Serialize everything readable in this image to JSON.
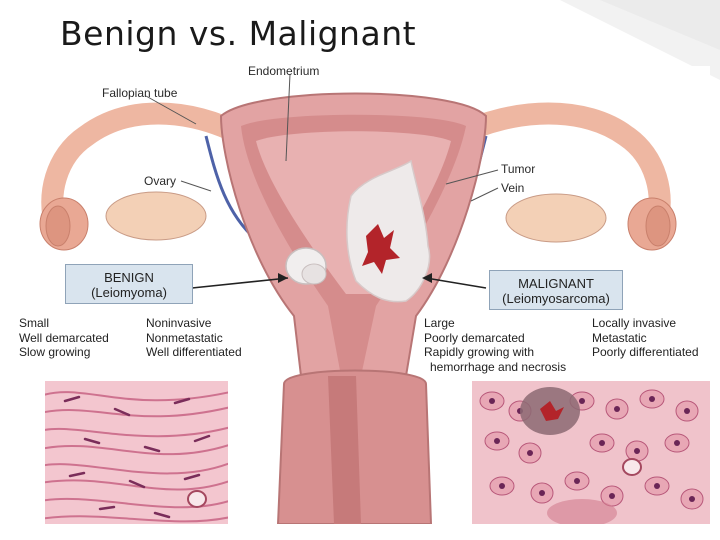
{
  "slide": {
    "title": "Benign vs. Malignant"
  },
  "labels": {
    "endometrium": "Endometrium",
    "fallopian_tube": "Fallopian tube",
    "ovary": "Ovary",
    "tumor": "Tumor",
    "vein": "Vein"
  },
  "benign": {
    "heading": "BENIGN",
    "subheading": "(Leiomyoma)",
    "features_left": [
      "Small",
      "Well demarcated",
      "Slow growing"
    ],
    "features_right": [
      "Noninvasive",
      "Nonmetastatic",
      "Well differentiated"
    ]
  },
  "malignant": {
    "heading": "MALIGNANT",
    "subheading": "(Leiomyosarcoma)",
    "features_left": [
      "Large",
      "Poorly demarcated",
      "Rapidly growing with",
      "hemorrhage and necrosis"
    ],
    "features_right": [
      "Locally invasive",
      "Metastatic",
      "Poorly differentiated"
    ]
  },
  "colors": {
    "uterus_outer": "#e2a3a3",
    "uterus_inner": "#d58c8c",
    "tube": "#eeb7a2",
    "vein": "#4e62a8",
    "tumor_white": "#eeeaea",
    "hemorrhage": "#b3242a",
    "label_box": "#d9e4ee"
  }
}
